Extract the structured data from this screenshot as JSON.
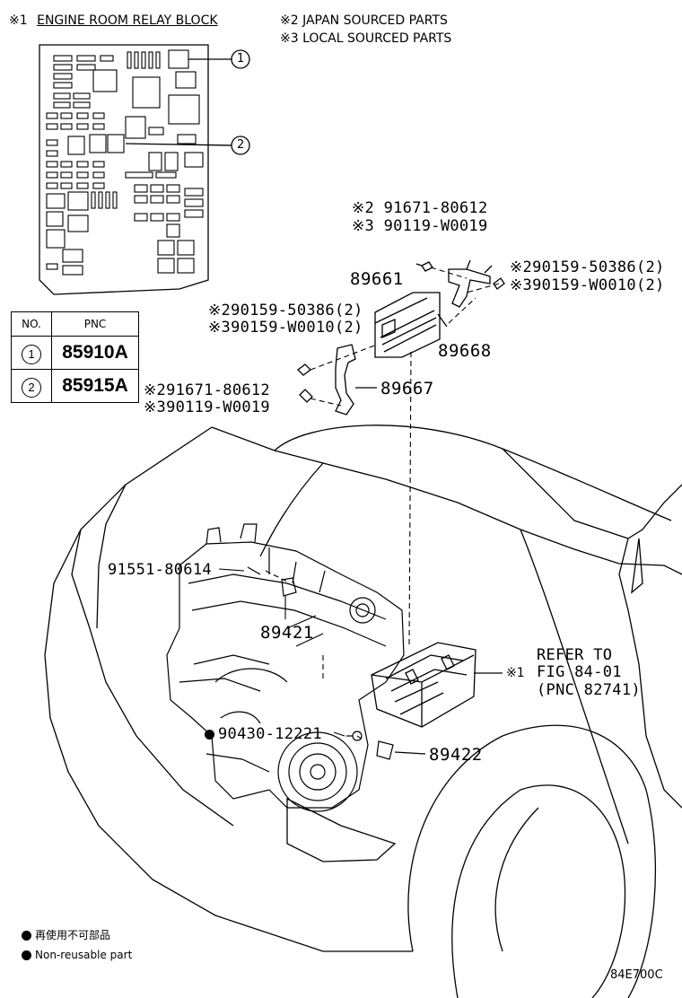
{
  "notes": {
    "n1": "※1 ENGINE ROOM RELAY BLOCK",
    "n1_mark": "※1",
    "n1_text": "ENGINE ROOM RELAY BLOCK",
    "n2": "※2 JAPAN SOURCED PARTS",
    "n3": "※3 LOCAL SOURCED PARTS"
  },
  "callouts": {
    "c1": "1",
    "c2": "2"
  },
  "pnc_table": {
    "headers": [
      "NO.",
      "PNC"
    ],
    "rows": [
      {
        "no": "1",
        "pnc": "85910A"
      },
      {
        "no": "2",
        "pnc": "85915A"
      }
    ]
  },
  "parts": {
    "p_91671_top_j": "※2 91671-80612",
    "p_90119_top_l": "※3 90119-W0019",
    "p_89661": "89661",
    "p_90159_right_j": "※290159-50386(2)",
    "p_90159_right_l": "※390159-W0010(2)",
    "p_90159_left_j": "※290159-50386(2)",
    "p_90159_left_l": "※390159-W0010(2)",
    "p_89668": "89668",
    "p_89667": "89667",
    "p_91671_left_j": "※291671-80612",
    "p_90119_left_l": "※390119-W0019",
    "p_91551": "91551-80614",
    "p_89421": "89421",
    "p_90430": "90430-12221",
    "p_89422": "89422",
    "refer_1": "REFER TO",
    "refer_2": "FIG 84-01",
    "refer_3": "(PNC 82741)",
    "refer_mark": "※1"
  },
  "legend": {
    "jp": "再使用不可部品",
    "en": "Non-reusable part"
  },
  "figure_code": "84E700C"
}
